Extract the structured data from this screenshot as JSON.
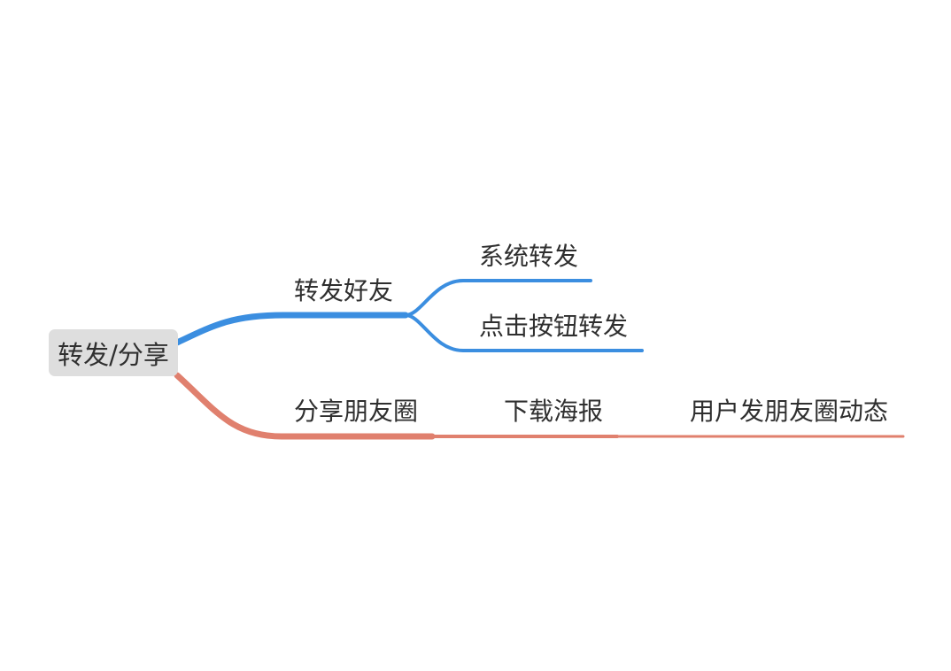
{
  "mindmap": {
    "root": {
      "label": "转发/分享"
    },
    "branches": [
      {
        "label": "转发好友",
        "color": "#3b8ee0",
        "children": [
          {
            "label": "系统转发"
          },
          {
            "label": "点击按钮转发"
          }
        ]
      },
      {
        "label": "分享朋友圈",
        "color": "#e0806e",
        "children": [
          {
            "label": "下载海报",
            "children": [
              {
                "label": "用户发朋友圈动态"
              }
            ]
          }
        ]
      }
    ]
  }
}
